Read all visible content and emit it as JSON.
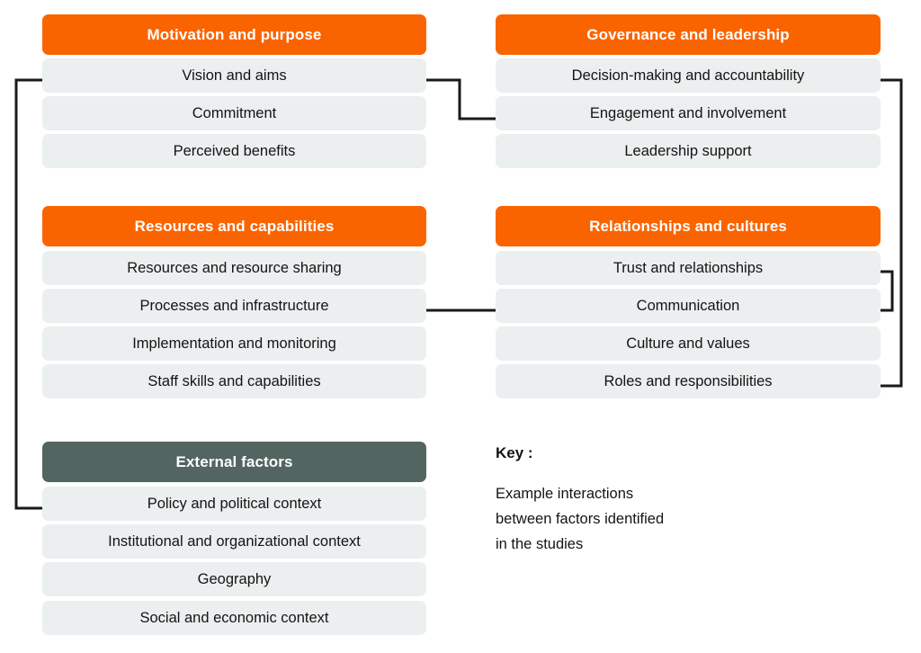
{
  "diagram": {
    "colors": {
      "accent_orange": "#fa6400",
      "accent_slate": "#536560",
      "item_background": "#ebefef",
      "connector": "#1a1a1a",
      "text": "#141414",
      "header_text": "#ffffff",
      "page_background": "#ffffff"
    },
    "groups": [
      {
        "id": "motivation",
        "title": "Motivation and purpose",
        "accent": "orange",
        "items": [
          "Vision and aims",
          "Commitment",
          "Perceived benefits"
        ]
      },
      {
        "id": "governance",
        "title": "Governance and leadership",
        "accent": "orange",
        "items": [
          "Decision-making and accountability",
          "Engagement and involvement",
          "Leadership support"
        ]
      },
      {
        "id": "resources",
        "title": "Resources and capabilities",
        "accent": "orange",
        "items": [
          "Resources and resource sharing",
          "Processes and infrastructure",
          "Implementation and monitoring",
          "Staff skills and capabilities"
        ]
      },
      {
        "id": "relationships",
        "title": "Relationships and cultures",
        "accent": "orange",
        "items": [
          "Trust and relationships",
          "Communication",
          "Culture and values",
          "Roles and responsibilities"
        ]
      },
      {
        "id": "external",
        "title": "External factors",
        "accent": "slate",
        "items": [
          "Policy and political context",
          "Institutional and organizational context",
          "Geography",
          "Social and economic context"
        ]
      }
    ],
    "key": {
      "title": "Key :",
      "lines": [
        "Example interactions",
        "between factors identified",
        "in the studies"
      ]
    },
    "connections": [
      {
        "from": "Vision and aims",
        "to": "Policy and political context"
      },
      {
        "from": "Vision and aims",
        "to": "Engagement and involvement"
      },
      {
        "from": "Processes and infrastructure",
        "to": "Communication"
      },
      {
        "from": "Decision-making and accountability",
        "to": "Roles and responsibilities"
      },
      {
        "from": "Trust and relationships",
        "to": "Communication"
      }
    ]
  }
}
